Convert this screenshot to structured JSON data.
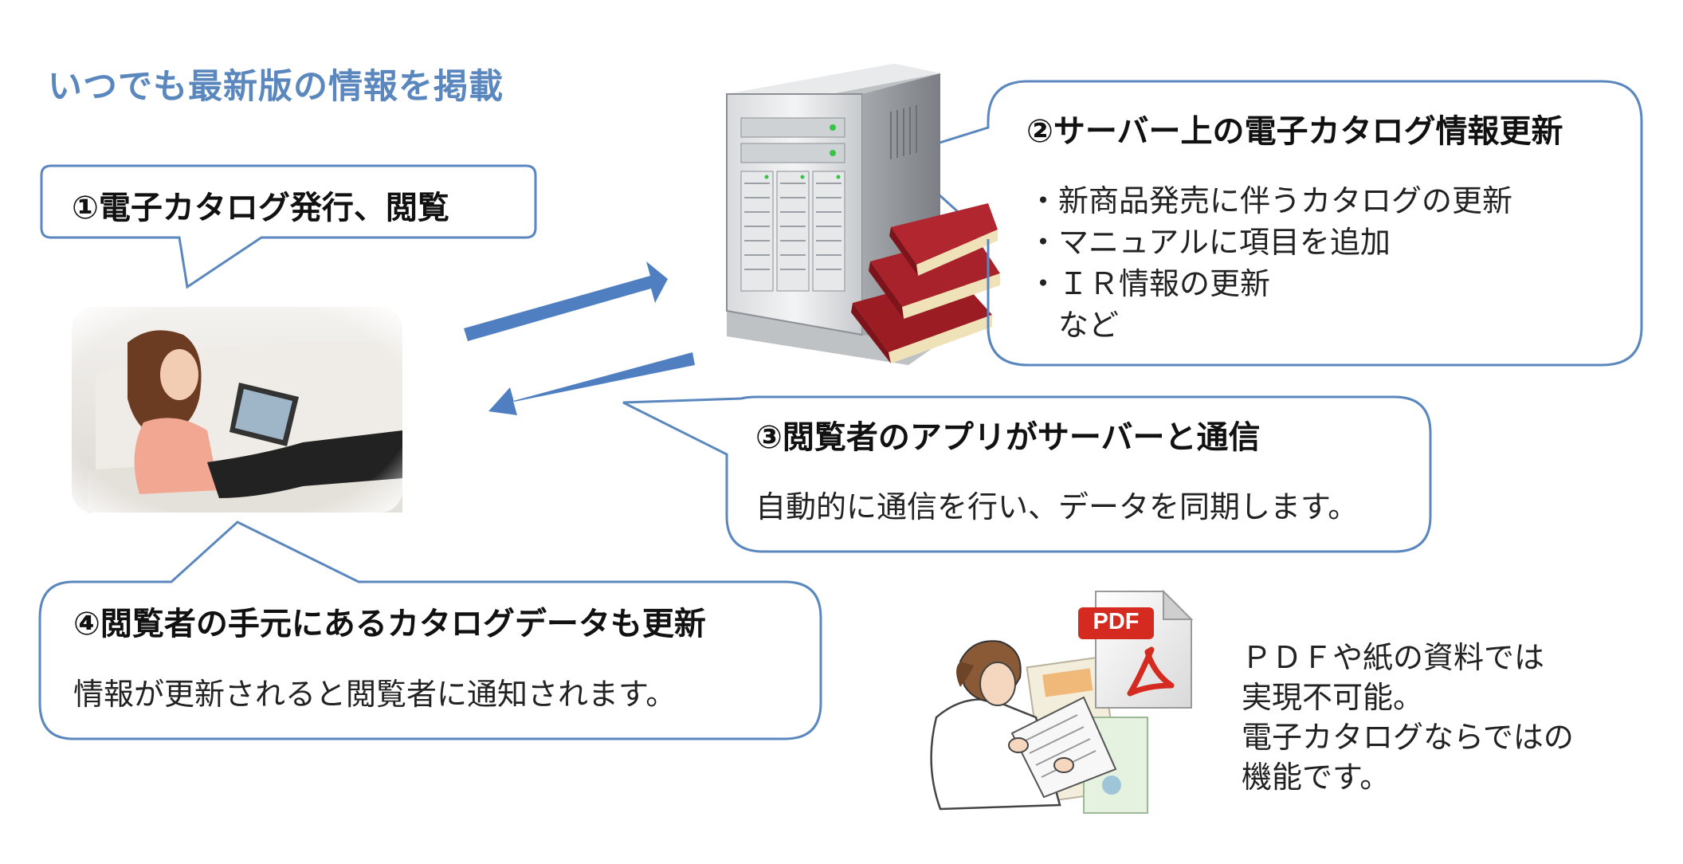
{
  "title": "いつでも最新版の情報を掲載",
  "step1": {
    "heading": "①電子カタログ発行、閲覧"
  },
  "step2": {
    "heading": "②サーバー上の電子カタログ情報更新",
    "items": [
      "・新商品発売に伴うカタログの更新",
      "・マニュアルに項目を追加",
      "・ＩＲ情報の更新",
      "　など"
    ]
  },
  "step3": {
    "heading": "③閲覧者のアプリがサーバーと通信",
    "body": "自動的に通信を行い、データを同期します。"
  },
  "step4": {
    "heading": "④閲覧者の手元にあるカタログデータも更新",
    "body": "情報が更新されると閲覧者に通知されます。"
  },
  "note": {
    "lines": [
      "ＰＤＦや紙の資料では",
      "実現不可能。",
      "電子カタログならではの",
      "機能です。"
    ]
  },
  "pdf_label": "PDF",
  "colors": {
    "accent": "#5b87bf",
    "arrow": "#4f7fc0",
    "bubble_border": "#5b87bf",
    "book": "#9c1c24"
  },
  "icons": [
    "server-icon",
    "books-icon",
    "tablet-user-photo",
    "pdf-file-icon",
    "woman-reading-illustration"
  ]
}
